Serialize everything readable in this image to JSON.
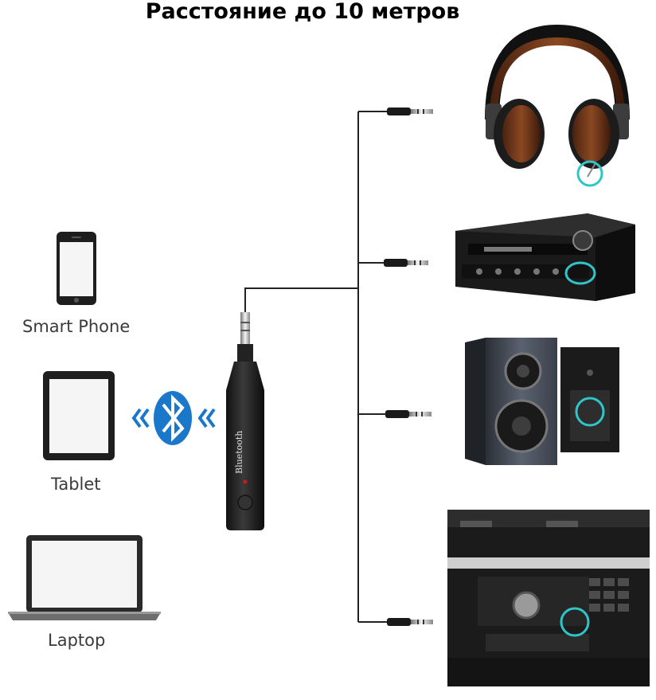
{
  "title": "Расстояние до 10 метров",
  "devices": {
    "phone_label": "Smart Phone",
    "tablet_label": "Tablet",
    "laptop_label": "Laptop"
  },
  "receiver": {
    "brand_text": "Bluetooth"
  },
  "icons": {
    "source_devices": [
      "smartphone-icon",
      "tablet-icon",
      "laptop-icon"
    ],
    "wireless": "bluetooth-icon",
    "outputs": [
      "headphones-icon",
      "av-receiver-icon",
      "speakers-icon",
      "car-console-icon"
    ]
  },
  "colors": {
    "bluetooth_blue": "#1a77c9",
    "highlight_ring": "#30c5c8",
    "headphone_leather": "#7a3b1c",
    "cable": "#222222"
  }
}
